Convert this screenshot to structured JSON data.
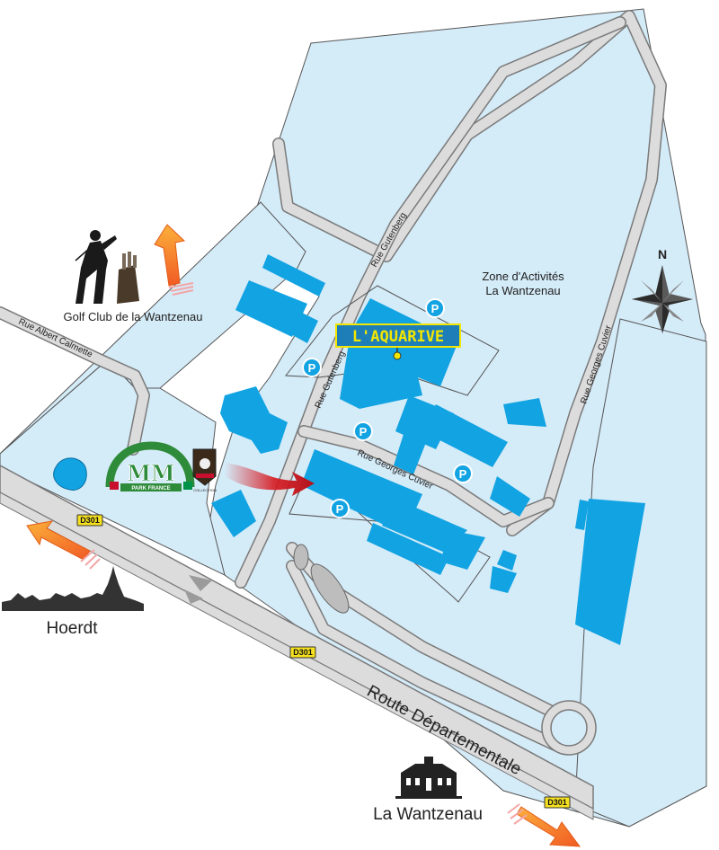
{
  "labels": {
    "golf_club": "Golf Club de la Wantzenau",
    "zone_line1": "Zone d'Activités",
    "zone_line2": "La Wantzenau",
    "hoerdt": "Hoerdt",
    "la_wantzenau": "La Wantzenau",
    "north": "N",
    "aquarive": "L'AQUARIVE",
    "mm_park": "PARK FRANCE",
    "collection": "COLLECTION"
  },
  "roads": {
    "route_departementale": "Route Départementale",
    "rue_albert_calmette": "Rue Albert Calmette",
    "rue_gutenberg_top": "Rue Gutenberg",
    "rue_gutenberg_bottom": "Rue Gutenberg",
    "rue_georges_cuvier_left": "Rue Georges Cuvier",
    "rue_georges_cuvier_right": "Rue Georges Cuvier"
  },
  "badges": {
    "d301_a": "D301",
    "d301_b": "D301",
    "d301_c": "D301"
  },
  "parking": {
    "label": "P"
  },
  "colors": {
    "zone_fill": "#d4ebf8",
    "building": "#12a3e2",
    "road_fill": "#dcdcdc",
    "road_edge": "#7a7a7a",
    "arrow_orange": "#f7931e",
    "arrow_red": "#d71920",
    "badge_yellow": "#f5e11f",
    "aquarive_yellow": "#f3e600",
    "aquarive_blue": "#1e7fb8"
  },
  "icons": {
    "compass": "compass-rose-icon",
    "golfer": "golfer-icon",
    "skyline": "city-skyline-icon",
    "chateau": "chateau-icon",
    "parking": "parking-icon",
    "location": "map-pin-icon"
  }
}
